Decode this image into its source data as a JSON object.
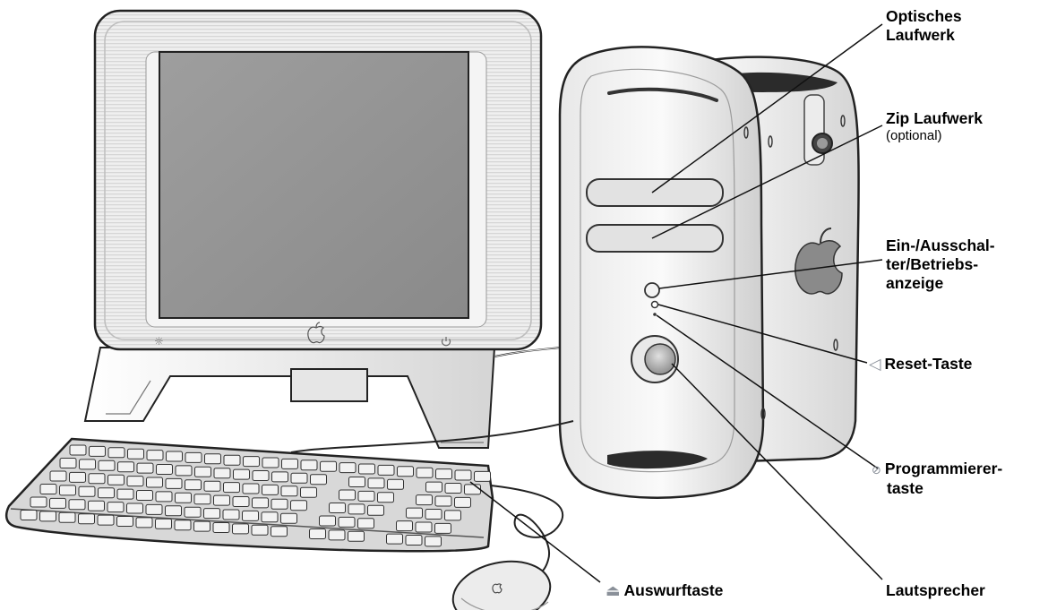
{
  "labels": {
    "optical_drive": [
      "Optisches",
      "Laufwerk"
    ],
    "zip_drive": "Zip Laufwerk",
    "zip_optional": "(optional)",
    "power_button": [
      "Ein-/Ausschal-",
      "ter/Betriebs-",
      "anzeige"
    ],
    "reset_button": "Reset-Taste",
    "programmer_button": [
      "Programmierer-",
      "taste"
    ],
    "speaker": "Lautsprecher",
    "eject_key": "Auswurftaste"
  },
  "icons": {
    "reset": "reset-triangle-icon",
    "programmer": "programmer-key-icon",
    "eject": "eject-icon",
    "brightness": "brightness-sun-icon",
    "power": "power-icon",
    "apple": "apple-logo-icon"
  }
}
